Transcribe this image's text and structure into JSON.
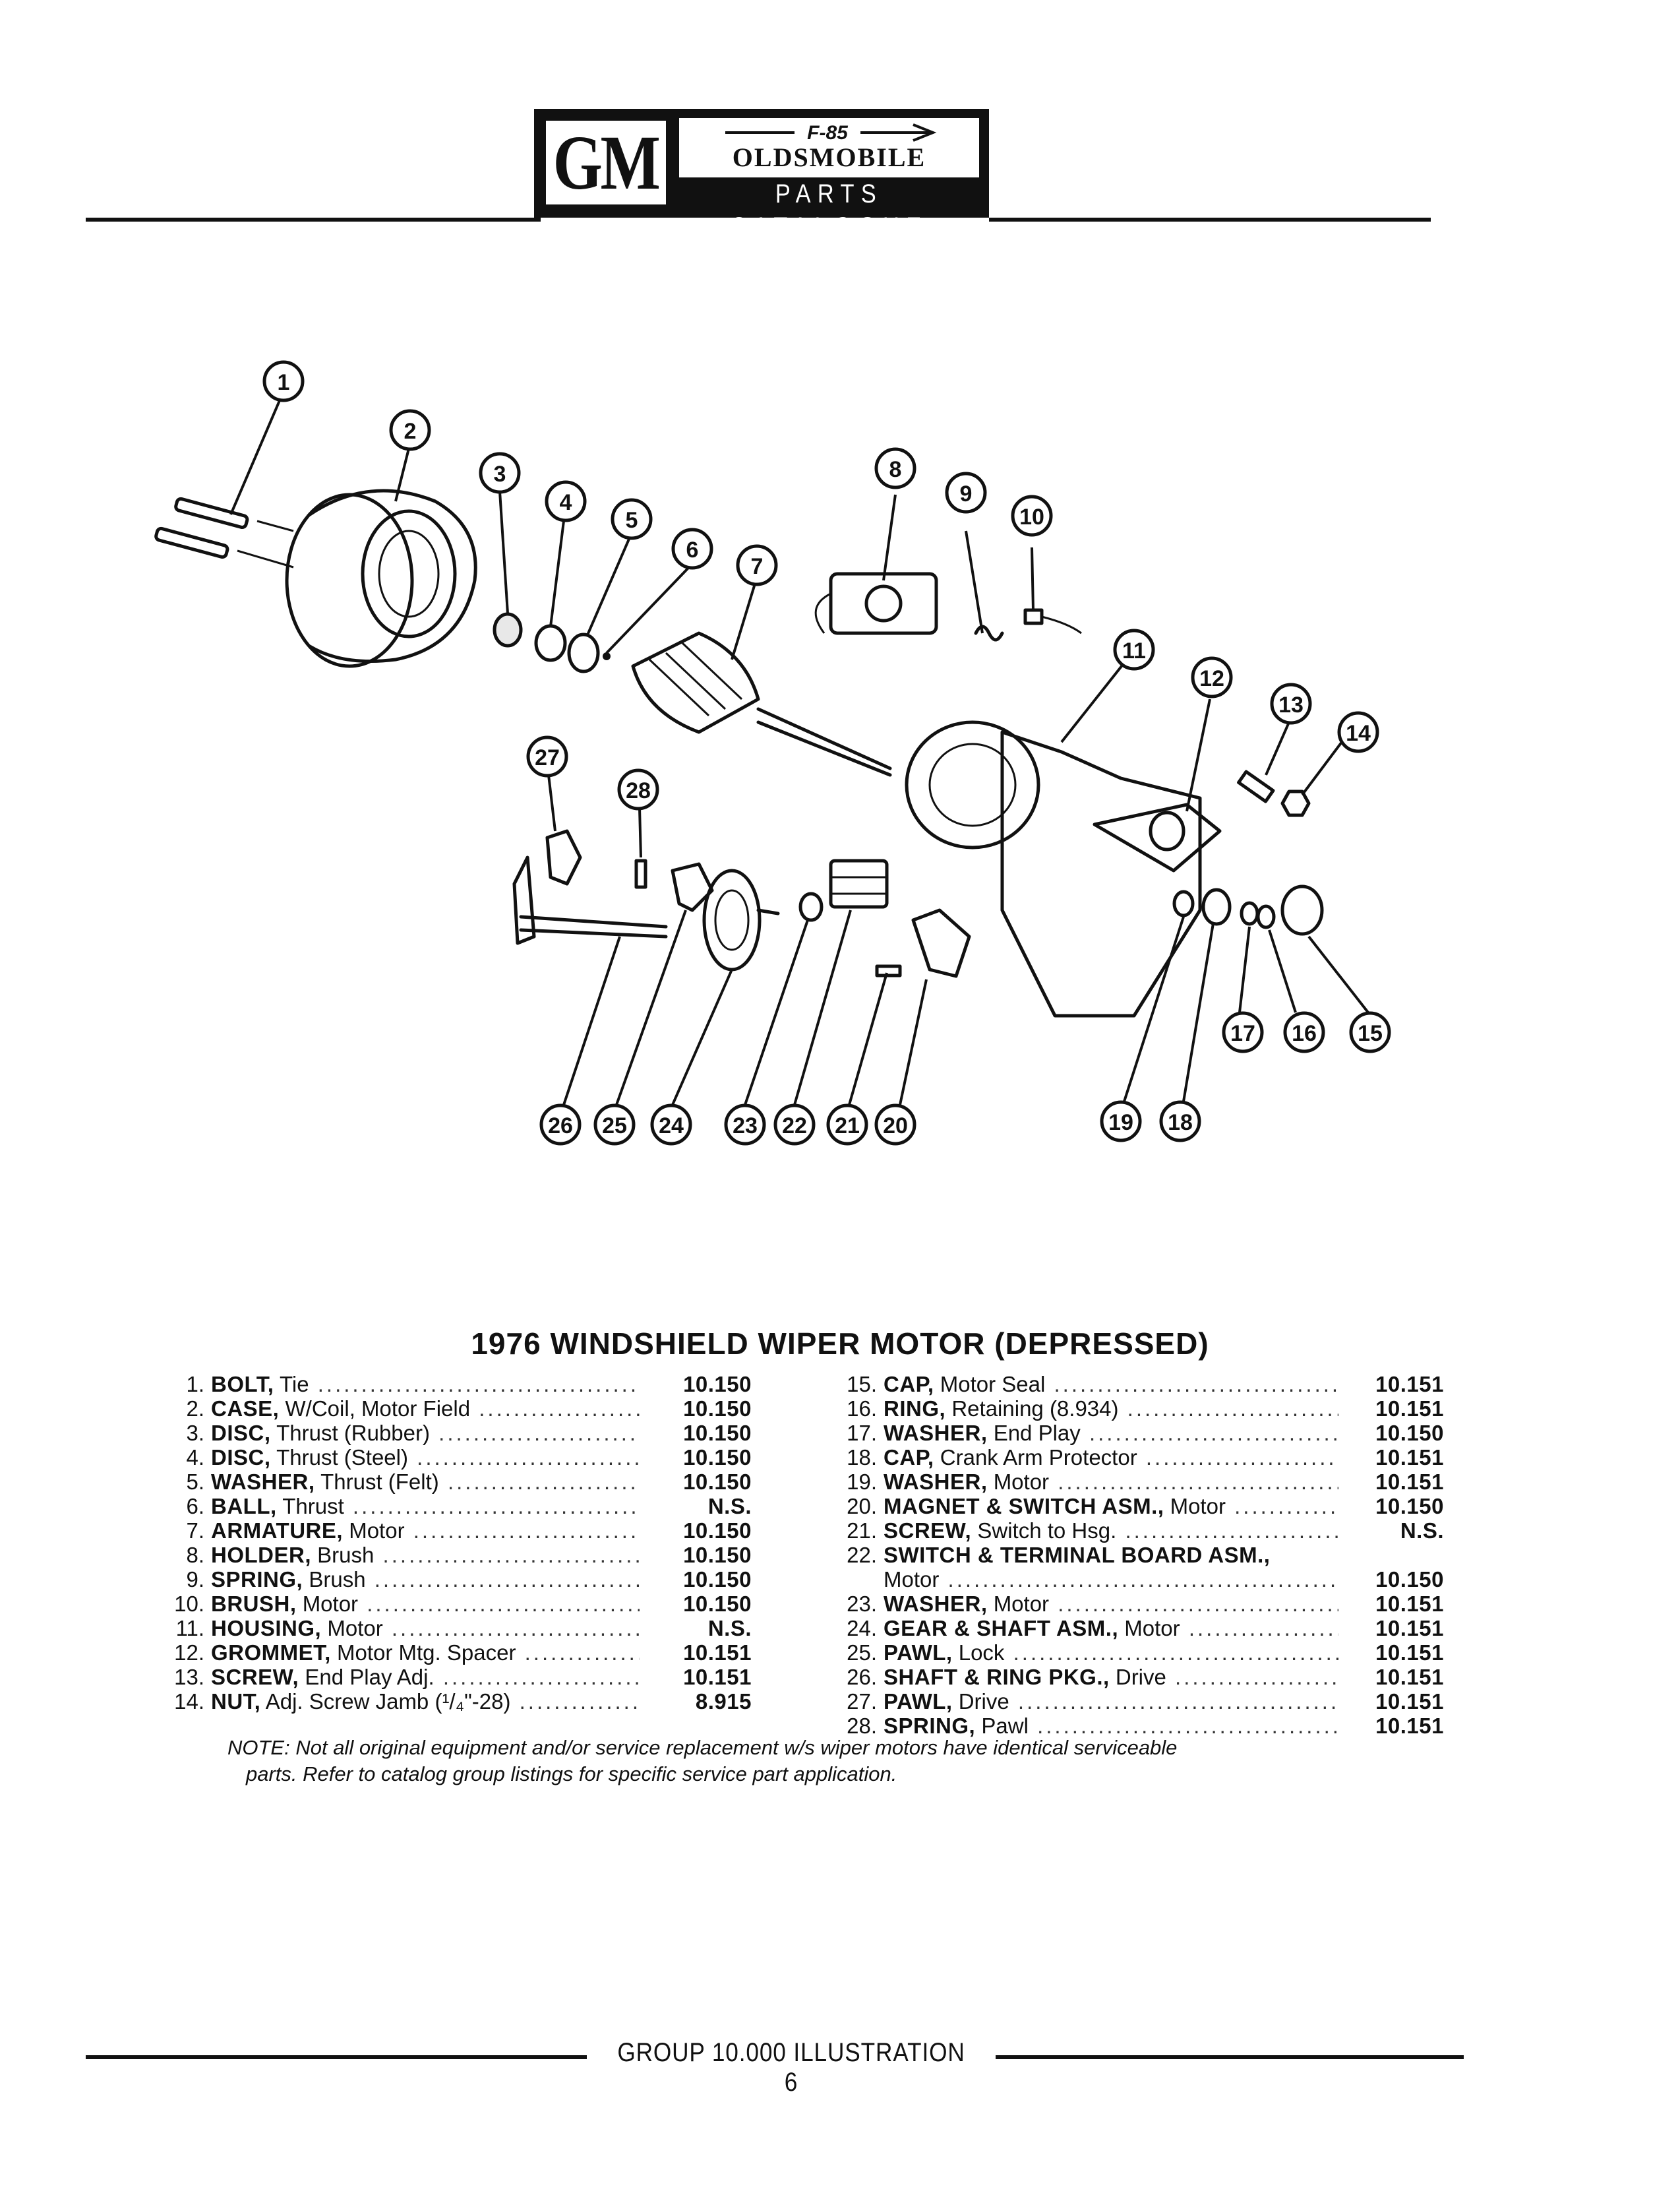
{
  "header": {
    "logo_mark": "GM",
    "brand_logo": "F-85",
    "brand_name": "OLDSMOBILE",
    "catalogue": "PARTS CATALOGUE"
  },
  "title": "1976 WINDSHIELD WIPER MOTOR (DEPRESSED)",
  "callouts": [
    "1",
    "2",
    "3",
    "4",
    "5",
    "6",
    "7",
    "8",
    "9",
    "10",
    "11",
    "12",
    "13",
    "14",
    "15",
    "16",
    "17",
    "18",
    "19",
    "20",
    "21",
    "22",
    "23",
    "24",
    "25",
    "26",
    "27",
    "28"
  ],
  "parts_left": [
    {
      "num": "1.",
      "name": "BOLT,",
      "detail": "Tie",
      "ref": "10.150"
    },
    {
      "num": "2.",
      "name": "CASE,",
      "detail": "W/Coil, Motor Field",
      "ref": "10.150"
    },
    {
      "num": "3.",
      "name": "DISC,",
      "detail": "Thrust (Rubber)",
      "ref": "10.150"
    },
    {
      "num": "4.",
      "name": "DISC,",
      "detail": "Thrust (Steel)",
      "ref": "10.150"
    },
    {
      "num": "5.",
      "name": "WASHER,",
      "detail": "Thrust (Felt)",
      "ref": "10.150"
    },
    {
      "num": "6.",
      "name": "BALL,",
      "detail": "Thrust",
      "ref": "N.S."
    },
    {
      "num": "7.",
      "name": "ARMATURE,",
      "detail": "Motor",
      "ref": "10.150"
    },
    {
      "num": "8.",
      "name": "HOLDER,",
      "detail": "Brush",
      "ref": "10.150"
    },
    {
      "num": "9.",
      "name": "SPRING,",
      "detail": "Brush",
      "ref": "10.150"
    },
    {
      "num": "10.",
      "name": "BRUSH,",
      "detail": "Motor",
      "ref": "10.150"
    },
    {
      "num": "11.",
      "name": "HOUSING,",
      "detail": "Motor",
      "ref": "N.S."
    },
    {
      "num": "12.",
      "name": "GROMMET,",
      "detail": "Motor Mtg. Spacer",
      "ref": "10.151"
    },
    {
      "num": "13.",
      "name": "SCREW,",
      "detail": "End Play Adj.",
      "ref": "10.151"
    },
    {
      "num": "14.",
      "name": "NUT,",
      "detail": "Adj. Screw Jamb (¹/₄\"-28)",
      "ref": "8.915"
    }
  ],
  "parts_right": [
    {
      "num": "15.",
      "name": "CAP,",
      "detail": "Motor Seal",
      "ref": "10.151"
    },
    {
      "num": "16.",
      "name": "RING,",
      "detail": "Retaining (8.934)",
      "ref": "10.151"
    },
    {
      "num": "17.",
      "name": "WASHER,",
      "detail": "End Play",
      "ref": "10.150"
    },
    {
      "num": "18.",
      "name": "CAP,",
      "detail": "Crank Arm Protector",
      "ref": "10.151"
    },
    {
      "num": "19.",
      "name": "WASHER,",
      "detail": "Motor",
      "ref": "10.151"
    },
    {
      "num": "20.",
      "name": "MAGNET & SWITCH ASM.,",
      "detail": "Motor",
      "ref": "10.150"
    },
    {
      "num": "21.",
      "name": "SCREW,",
      "detail": "Switch to Hsg.",
      "ref": "N.S."
    },
    {
      "num": "22.",
      "name": "SWITCH & TERMINAL BOARD ASM.,",
      "detail": "",
      "ref": ""
    },
    {
      "num": "",
      "name": "",
      "detail": "Motor",
      "ref": "10.150"
    },
    {
      "num": "23.",
      "name": "WASHER,",
      "detail": "Motor",
      "ref": "10.151"
    },
    {
      "num": "24.",
      "name": "GEAR & SHAFT ASM.,",
      "detail": "Motor",
      "ref": "10.151"
    },
    {
      "num": "25.",
      "name": "PAWL,",
      "detail": "Lock",
      "ref": "10.151"
    },
    {
      "num": "26.",
      "name": "SHAFT & RING PKG.,",
      "detail": "Drive",
      "ref": "10.151"
    },
    {
      "num": "27.",
      "name": "PAWL,",
      "detail": "Drive",
      "ref": "10.151"
    },
    {
      "num": "28.",
      "name": "SPRING,",
      "detail": "Pawl",
      "ref": "10.151"
    }
  ],
  "note": {
    "line1": "NOTE: Not all original equipment and/or service replacement w/s wiper motors have identical serviceable",
    "line2": "parts. Refer to catalog group listings for specific service part application."
  },
  "footer": "GROUP 10.000 ILLUSTRATION 6"
}
